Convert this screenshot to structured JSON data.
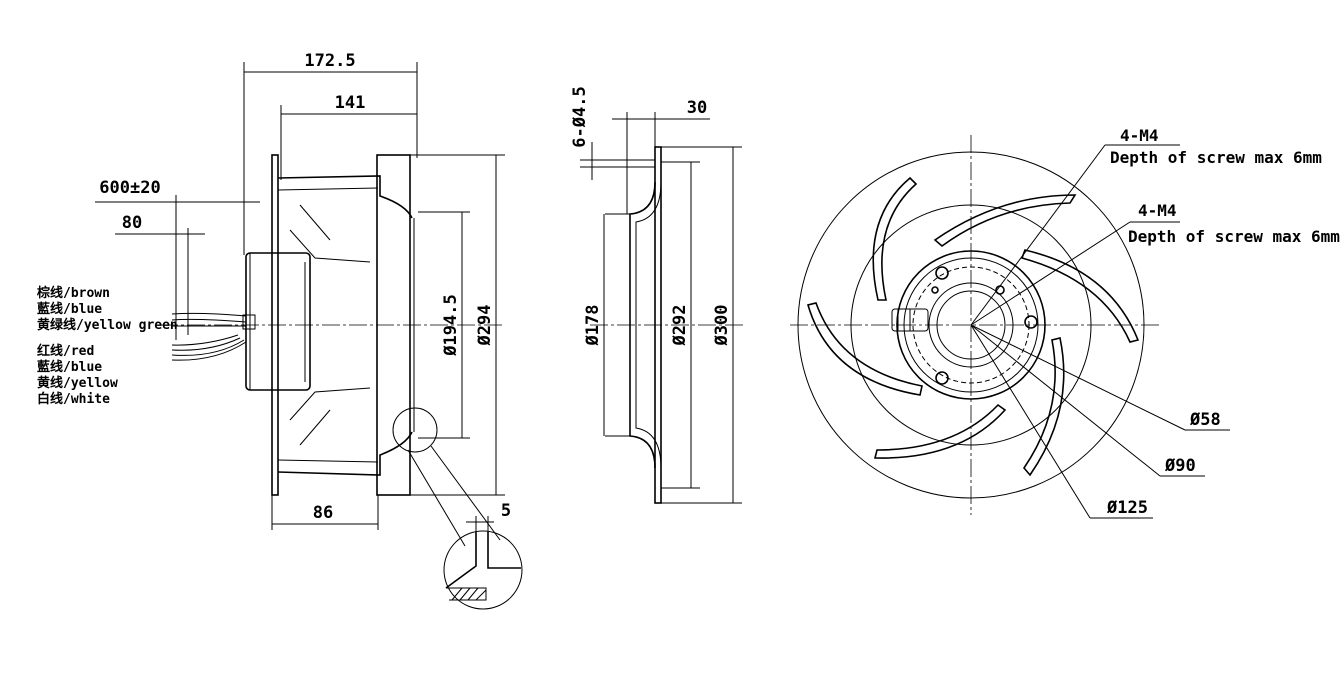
{
  "colors": {
    "line": "#000000",
    "background": "#ffffff"
  },
  "side_view": {
    "dims": {
      "overall_length": "172.5",
      "impeller_length": "141",
      "cable_length": "600±20",
      "strip_length": "80",
      "motor_depth": "86",
      "inner_diameter": "Ø194.5",
      "outer_diameter": "Ø294",
      "detail_gap": "5"
    },
    "wires": {
      "brown": "棕线/brown",
      "blue": "藍线/blue",
      "yellow_green": "黄绿线/yellow green",
      "red": "红线/red",
      "blue2": "藍线/blue",
      "yellow": "黄线/yellow",
      "white": "白线/white"
    }
  },
  "inlet_ring": {
    "dims": {
      "holes": "6-Ø4.5",
      "depth": "30",
      "throat": "Ø178",
      "inner": "Ø292",
      "outer": "Ø300"
    }
  },
  "front_view": {
    "screw_note_1": {
      "thread": "4-M4",
      "text": "Depth of screw max 6mm"
    },
    "screw_note_2": {
      "thread": "4-M4",
      "text": "Depth of screw max 6mm"
    },
    "diameters": {
      "d58": "Ø58",
      "d90": "Ø90",
      "d125": "Ø125"
    }
  }
}
